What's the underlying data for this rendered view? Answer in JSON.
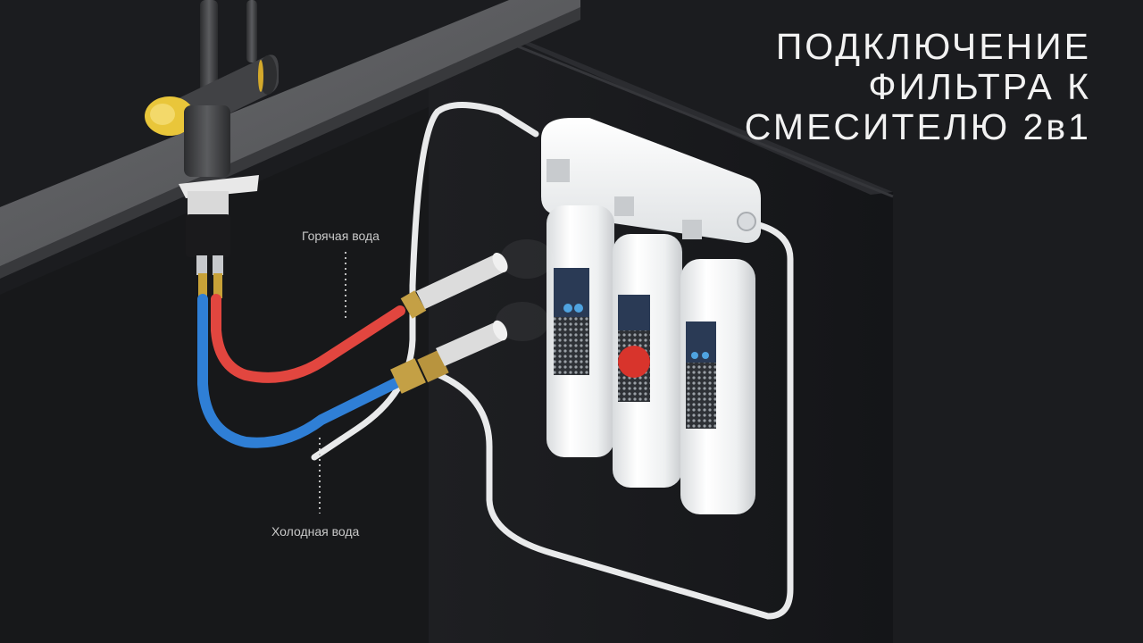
{
  "title": {
    "line1": "ПОДКЛЮЧЕНИЕ",
    "line2": "ФИЛЬТРА К",
    "line3": "СМЕСИТЕЛЮ 2в1"
  },
  "callouts": {
    "hot_water": "Горячая вода",
    "cold_water": "Холодная вода"
  },
  "colors": {
    "background": "#1b1c1f",
    "hot_hose": "#e2463f",
    "cold_hose": "#2f7fd6",
    "filter_housing": "#f1f3f4",
    "faucet": "#3a3b3d",
    "faucet_accent": "#e9c63a"
  },
  "icons": [
    "faucet-icon",
    "filter-cartridge-icon"
  ]
}
